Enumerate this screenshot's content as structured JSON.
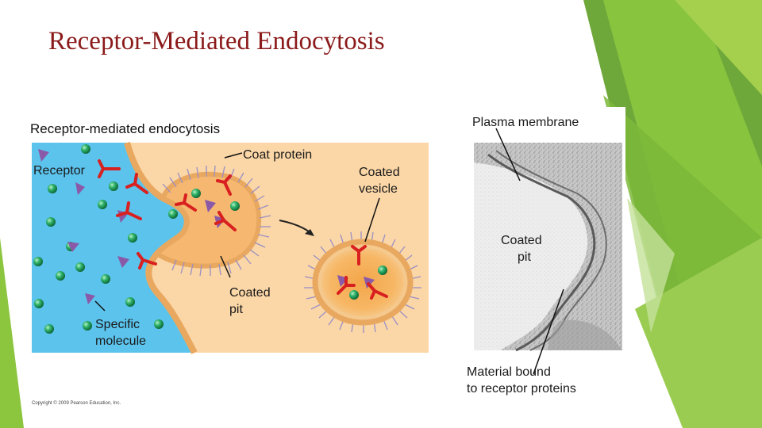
{
  "slide": {
    "title": "Receptor-Mediated Endocytosis"
  },
  "figure": {
    "heading": "Receptor-mediated endocytosis",
    "labels": {
      "coat_protein": "Coat protein",
      "receptor": "Receptor",
      "coated_vesicle_line1": "Coated",
      "coated_vesicle_line2": "vesicle",
      "coated_pit_line1": "Coated",
      "coated_pit_line2": "pit",
      "specific_molecule_line1": "Specific",
      "specific_molecule_line2": "molecule"
    },
    "copyright": "Copyright © 2009 Pearson Education, Inc."
  },
  "micrograph": {
    "labels": {
      "plasma_membrane": "Plasma membrane",
      "coated_pit_line1": "Coated",
      "coated_pit_line2": "pit",
      "material_bound_line1": "Material bound",
      "material_bound_line2": "to receptor proteins"
    }
  },
  "colors": {
    "title": "#8b1a1a",
    "extracellular": "#5bc3ec",
    "cytoplasm": "#fbd6a6",
    "membrane": "#e9a860",
    "receptor": "#d92020",
    "molecule": "#1d9c5a",
    "ligand": "#8a5aa8",
    "green_accent": "#7fba2a"
  }
}
